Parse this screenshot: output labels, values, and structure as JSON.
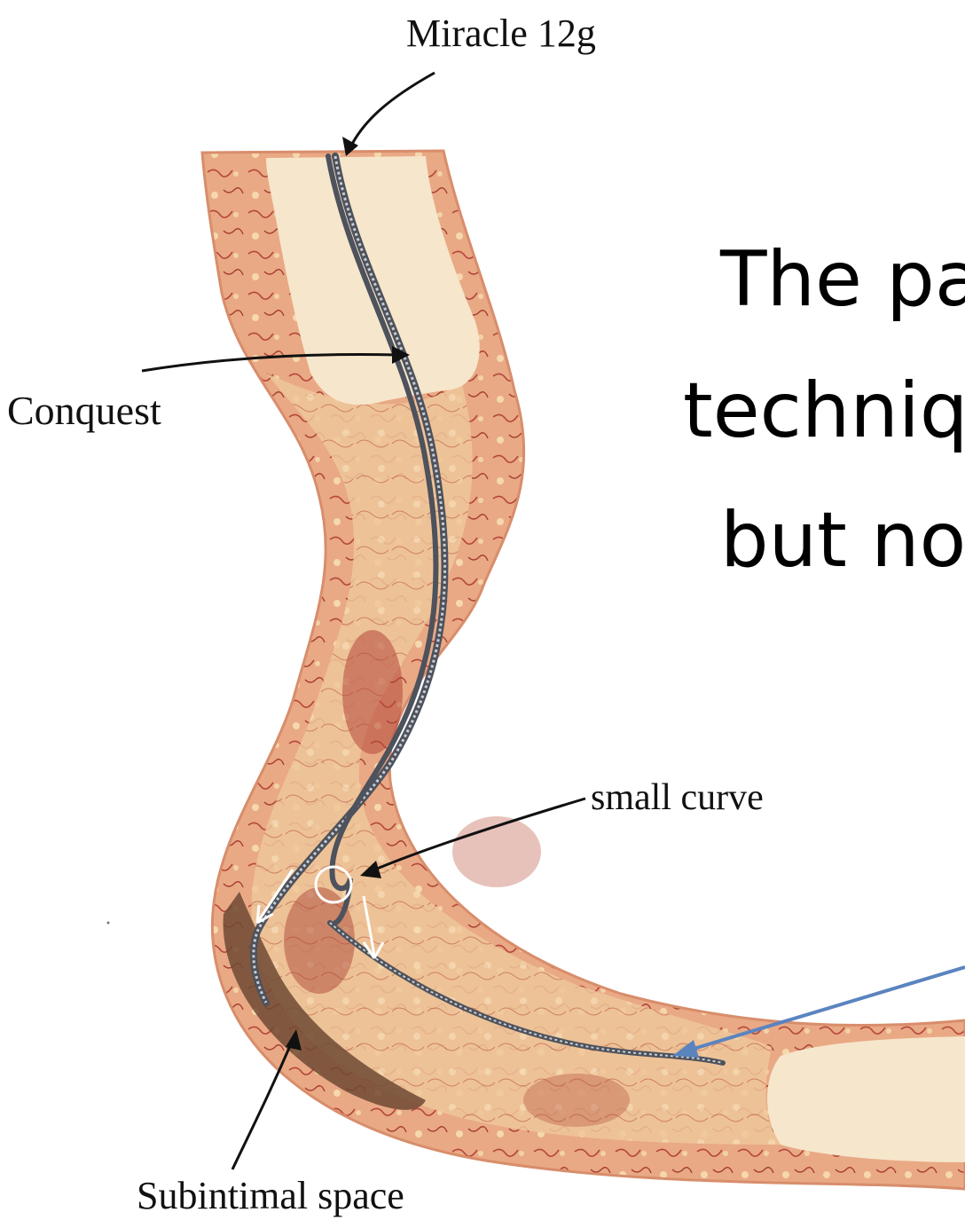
{
  "labels": {
    "miracle": "Miracle 12g",
    "conquest": "Conquest",
    "small_curve": "small curve",
    "subintimal": "Subintimal space"
  },
  "slide_text": {
    "line1": "The pa",
    "line2": "techniq",
    "line3": "but no"
  },
  "colors": {
    "vessel_wall": "#e7a37f",
    "vessel_wall_dark": "#c45e4a",
    "plaque": "#f1cf9e",
    "lumen": "#f6e6cb",
    "subintimal": "#6e4a33",
    "wire": "#555b66",
    "pointer": "#5b84bf"
  }
}
